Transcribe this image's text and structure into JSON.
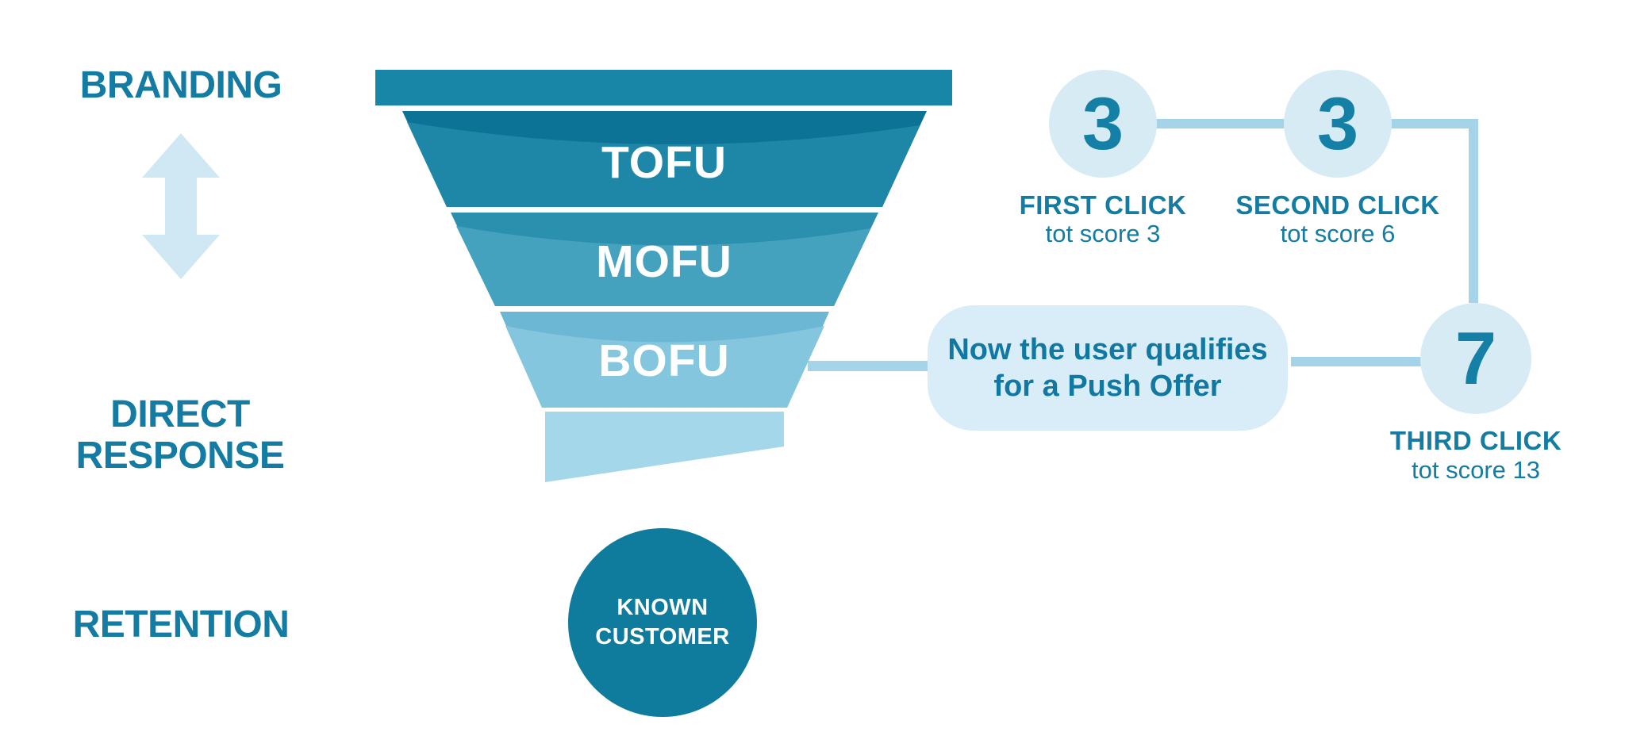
{
  "colors": {
    "teal_text": "#147ca2",
    "top_bar": "#1886a7",
    "tofu_base": "#0d7396",
    "tofu_wave": "#1e87a7",
    "mofu_base": "#2b8fae",
    "mofu_wave": "#44a2bf",
    "bofu_base": "#6cb8d4",
    "bofu_wave": "#84c6de",
    "stem": "#a3d7e9",
    "customer_circle": "#0f7c9d",
    "connector": "#a5d3e7",
    "arrow": "#cfe8f4",
    "bubble_bg": "#d7ebf5",
    "callout_bg": "#d9edf8",
    "callout_text": "#1179a1"
  },
  "left_labels": {
    "branding": "BRANDING",
    "direct_response_line1": "DIRECT",
    "direct_response_line2": "RESPONSE",
    "retention": "RETENTION"
  },
  "funnel": {
    "stages": [
      {
        "label": "TOFU"
      },
      {
        "label": "MOFU"
      },
      {
        "label": "BOFU"
      }
    ],
    "known_customer_line1": "KNOWN",
    "known_customer_line2": "CUSTOMER"
  },
  "clicks": [
    {
      "value": "3",
      "label": "FIRST CLICK",
      "score": "tot score 3"
    },
    {
      "value": "3",
      "label": "SECOND CLICK",
      "score": "tot score 6"
    },
    {
      "value": "7",
      "label": "THIRD CLICK",
      "score": "tot score 13"
    }
  ],
  "callout": {
    "line1": "Now the user qualifies",
    "line2": "for a Push Offer"
  }
}
